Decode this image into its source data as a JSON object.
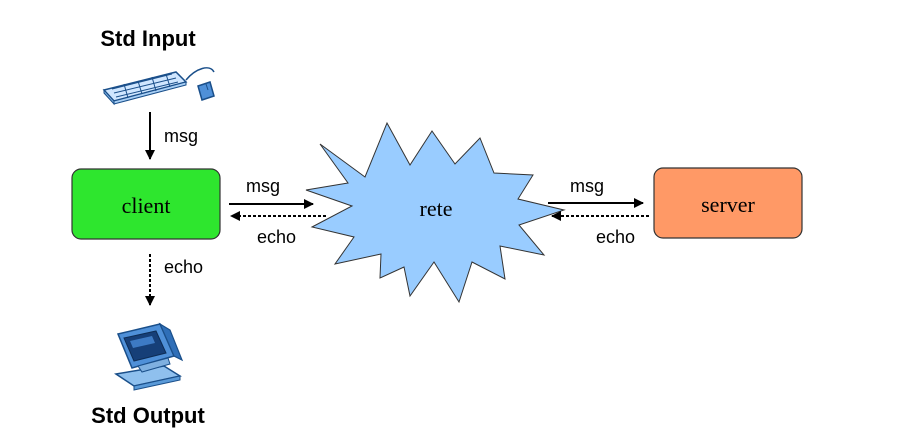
{
  "title_input": "Std Input",
  "title_output": "Std Output",
  "nodes": {
    "client": "client",
    "rete": "rete",
    "server": "server"
  },
  "edges": {
    "input_to_client": "msg",
    "client_to_output": "echo",
    "client_to_rete": "msg",
    "rete_to_client": "echo",
    "rete_to_server": "msg",
    "server_to_rete": "echo"
  },
  "icons": {
    "input": "keyboard-icon",
    "output": "monitor-icon"
  },
  "colors": {
    "client": "#2ee62e",
    "rete": "#99ccff",
    "server": "#ff9966",
    "line": "#000000"
  }
}
